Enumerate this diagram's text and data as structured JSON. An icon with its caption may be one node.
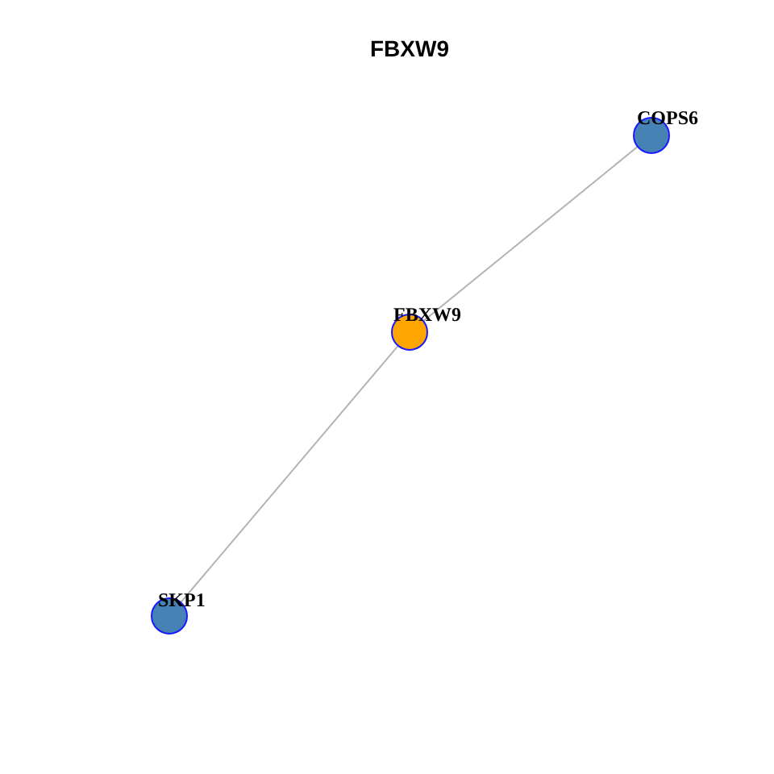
{
  "diagram": {
    "title": "FBXW9",
    "nodes": [
      {
        "text": [
          "COPS6"
        ]
      },
      {
        "text": [
          "FBXW9"
        ]
      },
      {
        "text": [
          "SKP1"
        ]
      }
    ],
    "edges": [
      {
        "from": 0,
        "to": 1,
        "arrow": "none"
      },
      {
        "from": 1,
        "to": 2,
        "arrow": "none"
      }
    ]
  }
}
